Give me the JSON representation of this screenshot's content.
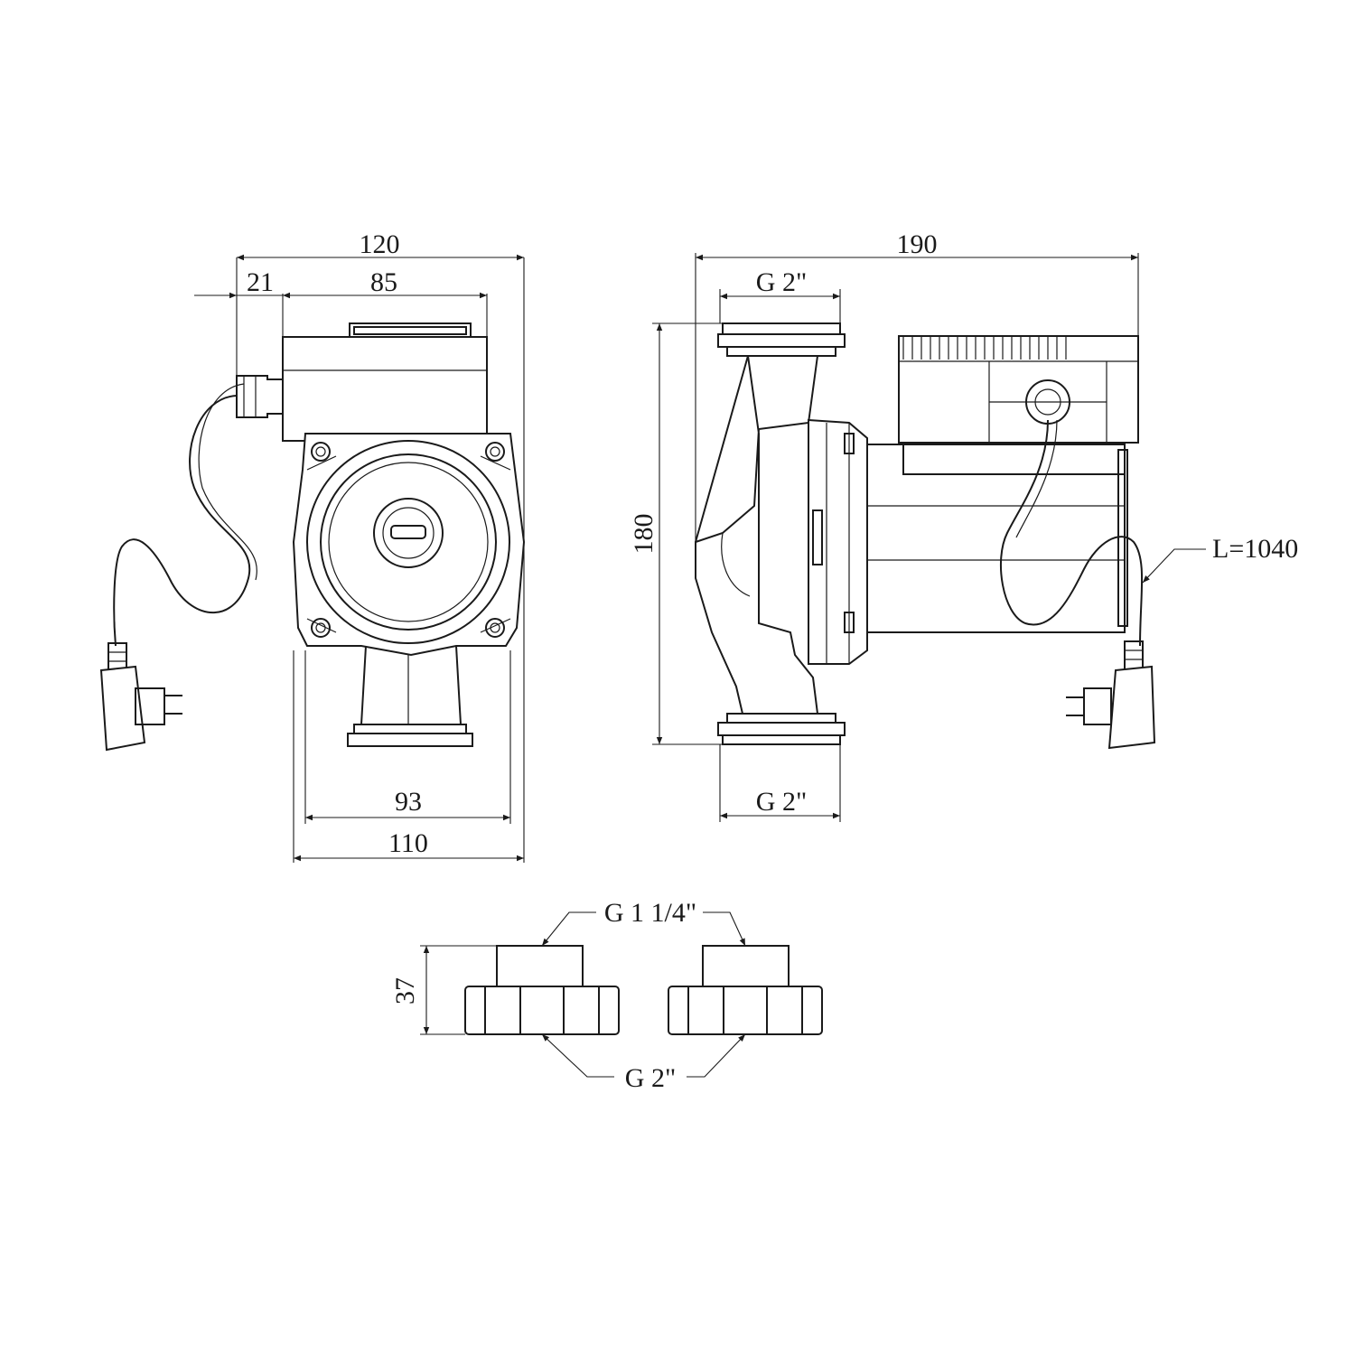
{
  "front_view": {
    "width_overall": "120",
    "cable_offset": "21",
    "box_width": "85",
    "flange_width": "93",
    "base_width": "110"
  },
  "side_view": {
    "length_overall": "190",
    "inlet_thread": "G 2\"",
    "outlet_thread": "G 2\"",
    "height": "180",
    "cable_length": "L=1040"
  },
  "fittings": {
    "height": "37",
    "pipe_thread": "G 1 1/4\"",
    "nut_thread": "G 2\""
  }
}
